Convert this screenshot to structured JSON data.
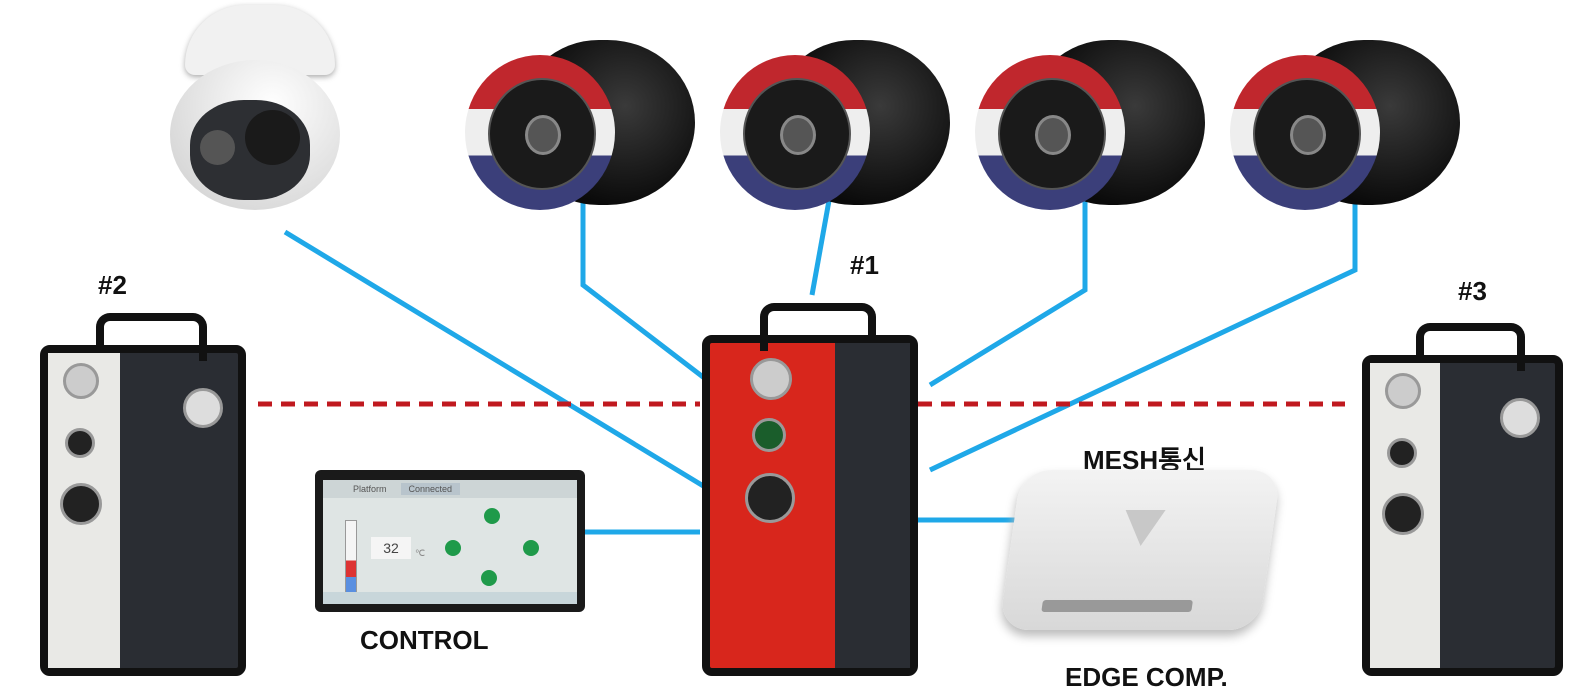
{
  "labels": {
    "unit1": "#1",
    "unit2": "#2",
    "unit3": "#3",
    "control": "CONTROL",
    "mesh": "MESH통신",
    "edge": "EDGE COMP."
  },
  "control_screen": {
    "tabs": [
      "Platform",
      "Connected"
    ],
    "temperature": "32",
    "unit": "℃"
  },
  "colors": {
    "link": "#1fa8e8",
    "mesh": "#c0191f",
    "unit1": "#d8261c"
  }
}
